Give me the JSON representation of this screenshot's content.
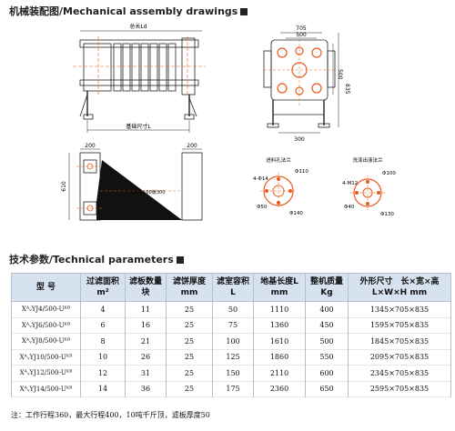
{
  "headings": {
    "drawings": "机械装配图/Mechanical assembly drawings",
    "params": "技术参数/Technical parameters"
  },
  "drawing_labels": {
    "total_length": "总长Ld",
    "base_size": "基础尺寸L",
    "w705": "705",
    "w500": "500",
    "w300": "300",
    "h835": "835",
    "h500": "500",
    "w200a": "200",
    "w200b": "200",
    "h610": "610",
    "spec": "2-100×100板300",
    "feed_title": "进料孔法兰",
    "feed_bolts": "4-Φ14",
    "feed_d1": "Φ110",
    "feed_d2": "Φ50",
    "feed_d3": "Φ140",
    "wash_title": "洗涤出液法兰",
    "wash_bolts": "4-M12",
    "wash_d1": "Φ100",
    "wash_d2": "Φ40",
    "wash_d3": "Φ130"
  },
  "table": {
    "headers": [
      {
        "l1": "型 号",
        "l2": ""
      },
      {
        "l1": "过滤面积",
        "l2": "m²"
      },
      {
        "l1": "滤板数量",
        "l2": "块"
      },
      {
        "l1": "滤饼厚度",
        "l2": "mm"
      },
      {
        "l1": "滤室容积",
        "l2": "L"
      },
      {
        "l1": "地基长度L",
        "l2": "mm"
      },
      {
        "l1": "整机质量",
        "l2": "Kg"
      },
      {
        "l1": "外形尺寸　长×宽×高",
        "l2": "L×W×H mm"
      }
    ],
    "rows": [
      [
        "XᴬᵧYJ4/500-Uᴷᴮ",
        "4",
        "11",
        "25",
        "50",
        "1110",
        "400",
        "1345×705×835"
      ],
      [
        "XᴬᵧYJ6/500-Uᴷᴮ",
        "6",
        "16",
        "25",
        "75",
        "1360",
        "450",
        "1595×705×835"
      ],
      [
        "XᴬᵧYJ8/500-Uᴷᴮ",
        "8",
        "21",
        "25",
        "100",
        "1610",
        "500",
        "1845×705×835"
      ],
      [
        "XᴬᵧYJ10/500-Uᴷᴮ",
        "10",
        "26",
        "25",
        "125",
        "1860",
        "550",
        "2095×705×835"
      ],
      [
        "XᴬᵧYJ12/500-Uᴷᴮ",
        "12",
        "31",
        "25",
        "150",
        "2110",
        "600",
        "2345×705×835"
      ],
      [
        "XᴬᵧYJ14/500-Uᴷᴮ",
        "14",
        "36",
        "25",
        "175",
        "2360",
        "650",
        "2595×705×835"
      ]
    ]
  },
  "note": "注：工作行程360，最大行程400，10吨千斤顶，滤板厚度50"
}
